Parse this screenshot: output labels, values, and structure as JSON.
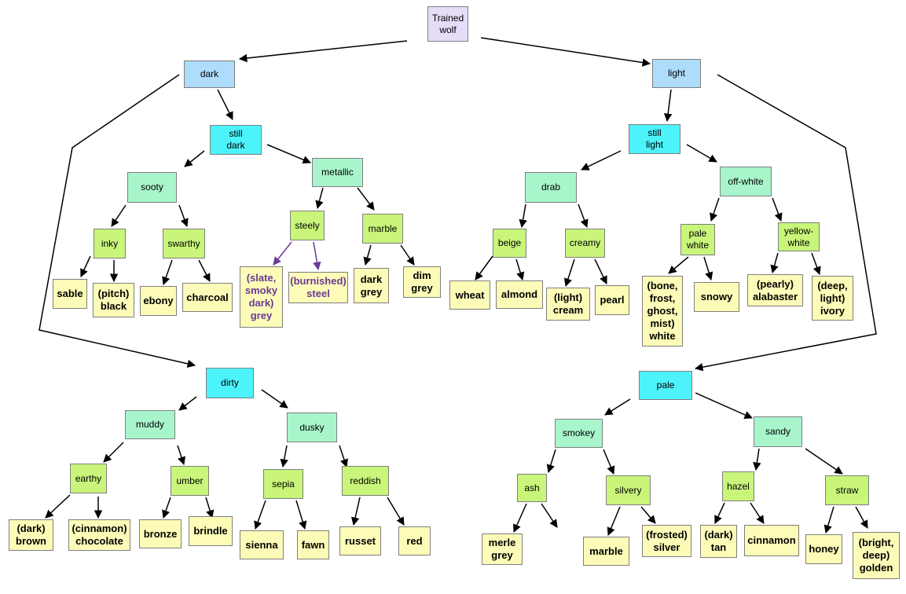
{
  "diagram": {
    "root": "Trained\nwolf",
    "dark_branch": {
      "dark": "dark",
      "still_dark": "still\ndark",
      "sooty": "sooty",
      "metallic": "metallic",
      "inky": "inky",
      "swarthy": "swarthy",
      "steely": "steely",
      "marble_group": "marble",
      "sable": "sable",
      "pitch_black": "(pitch)\nblack",
      "ebony": "ebony",
      "charcoal": "charcoal",
      "slate_grey": "(slate,\nsmoky\ndark)\ngrey",
      "burnished_steel": "(burnished)\nsteel",
      "dark_grey": "dark\ngrey",
      "dim_grey": "dim\ngrey"
    },
    "dirty_branch": {
      "dirty": "dirty",
      "muddy": "muddy",
      "dusky": "dusky",
      "earthy": "earthy",
      "umber": "umber",
      "sepia": "sepia",
      "reddish": "reddish",
      "dark_brown": "(dark)\nbrown",
      "chocolate": "(cinnamon)\nchocolate",
      "bronze": "bronze",
      "brindle": "brindle",
      "sienna": "sienna",
      "fawn": "fawn",
      "russet": "russet",
      "red": "red"
    },
    "light_branch": {
      "light": "light",
      "still_light": "still\nlight",
      "drab": "drab",
      "off_white": "off-white",
      "beige": "beige",
      "creamy": "creamy",
      "pale_white": "pale\nwhite",
      "yellow_white": "yellow-\nwhite",
      "wheat": "wheat",
      "almond": "almond",
      "light_cream": "(light)\ncream",
      "pearl": "pearl",
      "bone_white": "(bone,\nfrost,\nghost,\nmist)\nwhite",
      "snowy": "snowy",
      "alabaster": "(pearly)\nalabaster",
      "ivory": "(deep,\nlight)\nivory"
    },
    "pale_branch": {
      "pale": "pale",
      "smokey": "smokey",
      "sandy": "sandy",
      "ash": "ash",
      "silvery": "silvery",
      "hazel": "hazel",
      "straw": "straw",
      "merle_grey": "merle\ngrey",
      "marble_leaf": "marble",
      "frosted_silver": "(frosted)\nsilver",
      "dark_tan": "(dark)\ntan",
      "cinnamon": "cinnamon",
      "honey": "honey",
      "golden": "(bright,\ndeep)\ngolden"
    }
  },
  "colors": {
    "root": "#e6dcf7",
    "level1": "#aedcfb",
    "level2": "#4cf3fb",
    "level3": "#a8f5cc",
    "level4": "#c8f57a",
    "leaf": "#fcfcb8",
    "purple_text": "#6a3a96",
    "arrow": "#000000",
    "purple_arrow": "#6a3a96"
  }
}
